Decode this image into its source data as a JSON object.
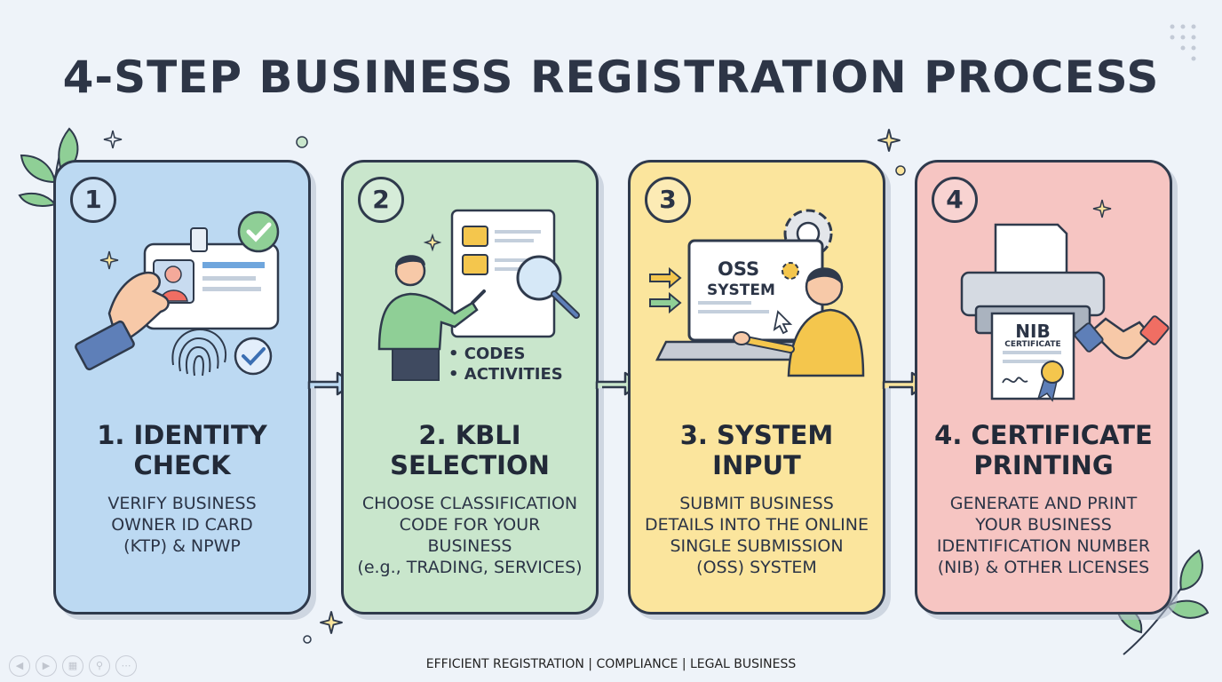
{
  "title": "4-STEP BUSINESS REGISTRATION PROCESS",
  "steps": [
    {
      "number": "1",
      "title_line1": "1. IDENTITY",
      "title_line2": "CHECK",
      "desc_lines": [
        "VERIFY BUSINESS",
        "OWNER ID CARD",
        "(KTP) & NPWP"
      ],
      "color": "#bcd9f2"
    },
    {
      "number": "2",
      "title_line1": "2. KBLI",
      "title_line2": "SELECTION",
      "desc_lines": [
        "CHOOSE CLASSIFICATION",
        "CODE FOR YOUR",
        "BUSINESS",
        "(e.g., TRADING, SERVICES)"
      ],
      "bullets": [
        "• CODES",
        "• ACTIVITIES"
      ],
      "color": "#c9e6cc"
    },
    {
      "number": "3",
      "title_line1": "3. SYSTEM",
      "title_line2": "INPUT",
      "desc_lines": [
        "SUBMIT BUSINESS",
        "DETAILS INTO THE ONLINE",
        "SINGLE SUBMISSION",
        "(OSS) SYSTEM"
      ],
      "screen_line1": "OSS",
      "screen_line2": "SYSTEM",
      "color": "#fbe59d"
    },
    {
      "number": "4",
      "title_line1": "4. CERTIFICATE",
      "title_line2": "PRINTING",
      "desc_lines": [
        "GENERATE AND PRINT",
        "YOUR BUSINESS",
        "IDENTIFICATION NUMBER",
        "(NIB) & OTHER LICENSES"
      ],
      "cert_title": "NIB",
      "cert_sub": "CERTIFICATE",
      "color": "#f6c5c2"
    }
  ],
  "footer": "EFFICIENT REGISTRATION | COMPLIANCE | LEGAL BUSINESS",
  "icons": [
    "id-card-icon",
    "fingerprint-icon",
    "check-icon",
    "document-icon",
    "magnifier-icon",
    "laptop-icon",
    "gear-icon",
    "printer-icon",
    "handshake-icon",
    "ribbon-icon"
  ]
}
